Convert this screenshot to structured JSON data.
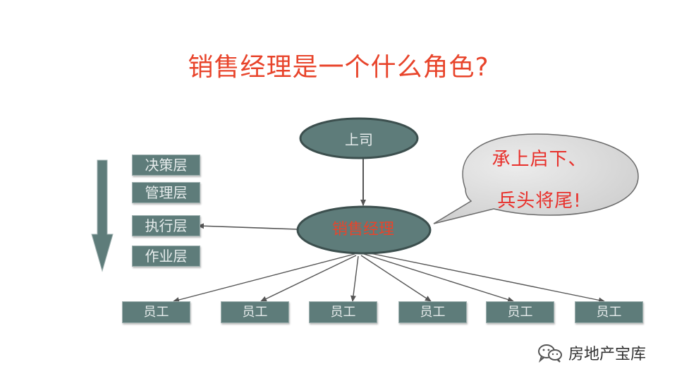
{
  "title": "销售经理是一个什么角色?",
  "boss": "上司",
  "manager": "销售经理",
  "speech_bubble": {
    "line1": "承上启下、",
    "line2": "兵头将尾!"
  },
  "levels": [
    "决策层",
    "管理层",
    "执行层",
    "作业层"
  ],
  "staff": [
    "员工",
    "员工",
    "员工",
    "员工",
    "员工",
    "员工"
  ],
  "watermark": {
    "text": "房地产宝库",
    "icon": "wechat-icon"
  },
  "colors": {
    "title": "#e8442b",
    "node_fill": "#5e7c7a",
    "bubble_fill": "#d9d9d9",
    "connector": "#555555"
  }
}
